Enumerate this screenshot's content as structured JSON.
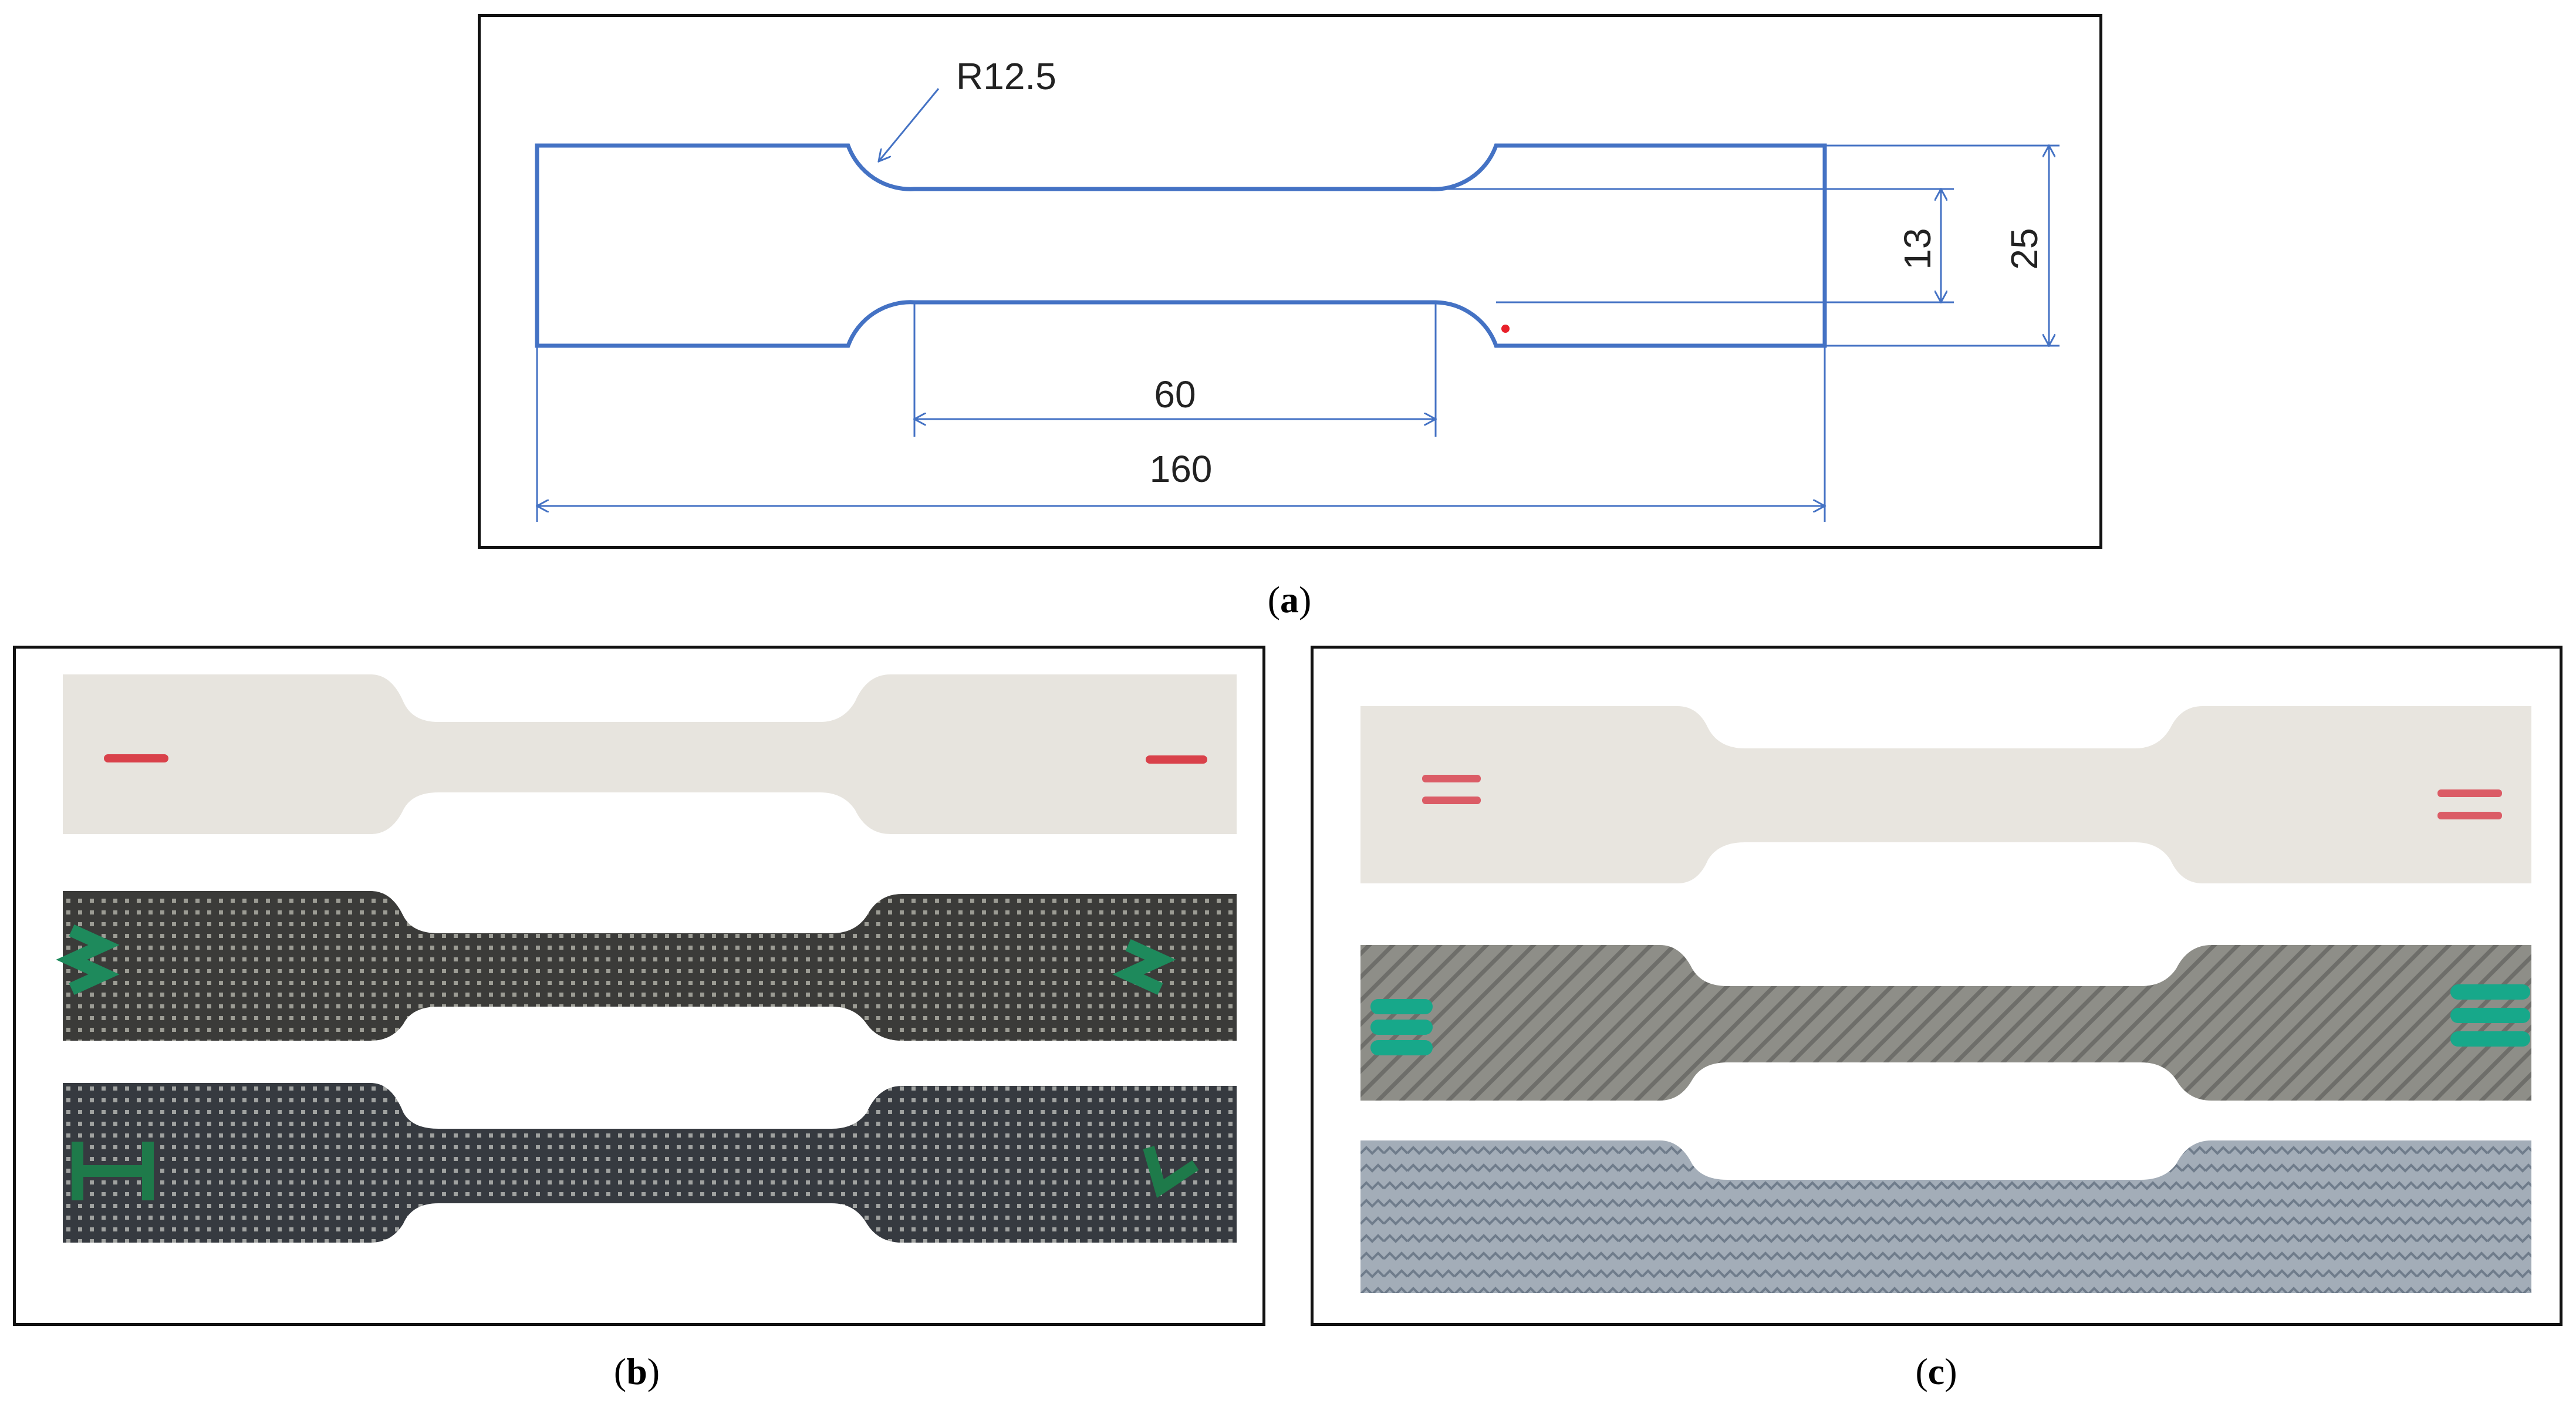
{
  "figure": {
    "captions": {
      "a": "a",
      "b": "b",
      "c": "c"
    },
    "drawing": {
      "radius_label": "R12.5",
      "gauge_length": "60",
      "overall_length": "160",
      "gauge_width": "13",
      "grip_width": "25",
      "outline_color": "#4472C4",
      "marker_color": "#E8202A"
    },
    "photos": {
      "b": [
        {
          "material": "white",
          "marking": "red-dash",
          "color": "#E7E4DE"
        },
        {
          "material": "dark-perforated",
          "marking": "green-letter",
          "color": "#3E3E3C"
        },
        {
          "material": "dark-perforated",
          "marking": "green-letter",
          "color": "#383C42"
        }
      ],
      "c": [
        {
          "material": "white",
          "marking": "red-double-dash",
          "color": "#E8E5DF"
        },
        {
          "material": "twill-weave",
          "marking": "green-triple-dash",
          "color": "#8E8E88"
        },
        {
          "material": "herringbone-weave",
          "marking": "none",
          "color": "#9FAAB6"
        }
      ]
    }
  }
}
